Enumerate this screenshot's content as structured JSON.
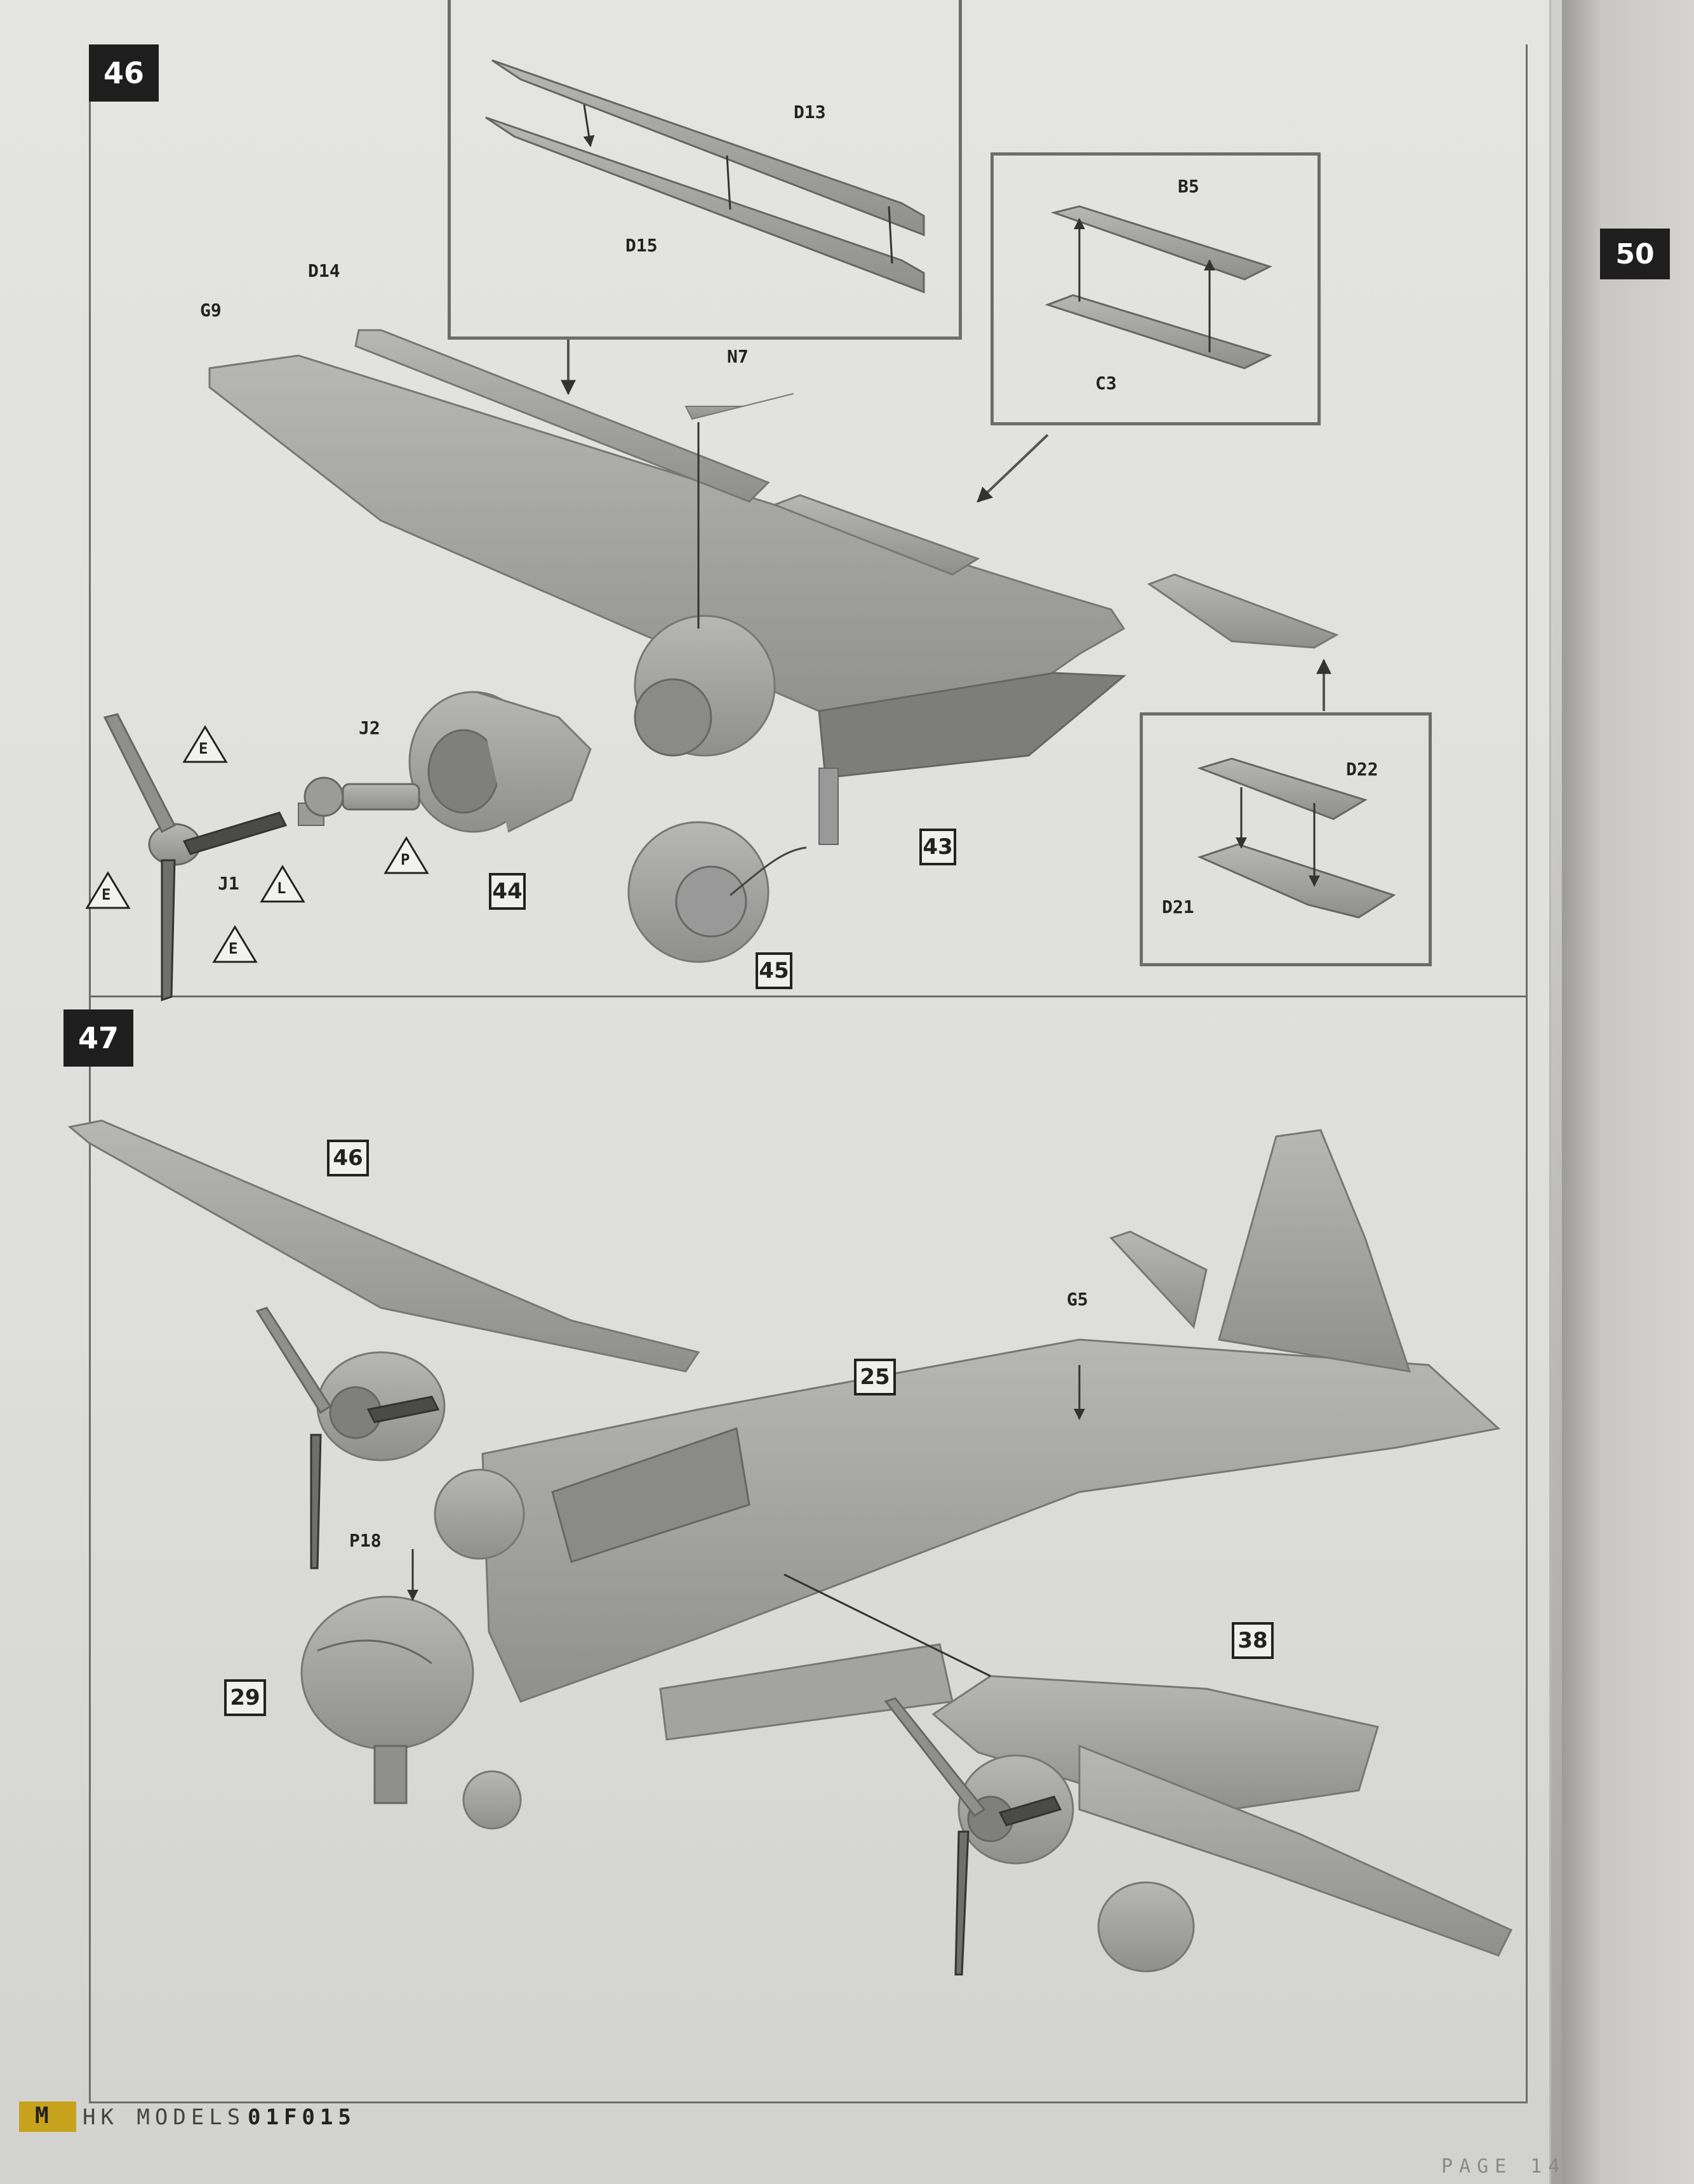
{
  "steps": {
    "top": "46",
    "bottom": "47",
    "side": "50"
  },
  "step46": {
    "parts": {
      "D13": "D13",
      "D15": "D15",
      "D14": "D14",
      "G9": "G9",
      "N7": "N7",
      "B5": "B5",
      "C3": "C3",
      "J2": "J2",
      "J1": "J1",
      "D22": "D22",
      "D21": "D21"
    },
    "callout_letters": {
      "E1": "E",
      "E2": "E",
      "E3": "E",
      "L": "L",
      "P": "P"
    },
    "refs": {
      "r44": "44",
      "r43": "43",
      "r45": "45"
    }
  },
  "step47": {
    "parts": {
      "G5": "G5",
      "P18": "P18"
    },
    "refs": {
      "r46": "46",
      "r25": "25",
      "r29": "29",
      "r38": "38"
    }
  },
  "footer": {
    "logo_mark": "M",
    "brand": "HK MODELS",
    "code": "01F015",
    "page": "PAGE 14"
  },
  "colors": {
    "paper": "#e1e1df",
    "model_grey": "#a9a9a7",
    "ink": "#222222",
    "frame": "#6d6d6b"
  }
}
